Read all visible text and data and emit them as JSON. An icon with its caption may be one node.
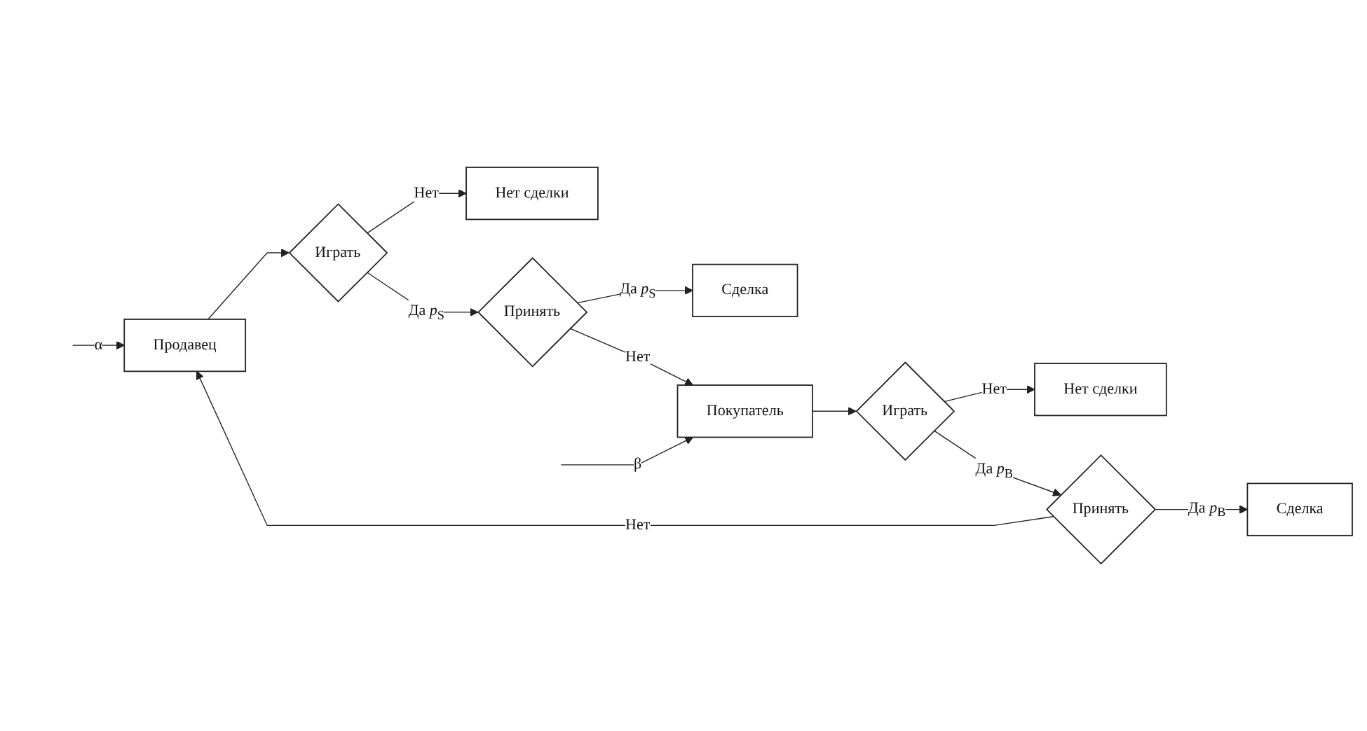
{
  "diagram": {
    "nodes": [
      {
        "text": [
          "Продавец"
        ]
      },
      {
        "text": [
          "Играть"
        ]
      },
      {
        "text": [
          "Нет сделки"
        ]
      },
      {
        "text": [
          "Принять"
        ]
      },
      {
        "text": [
          "Сделка"
        ]
      },
      {
        "text": [
          "Покупатель"
        ]
      },
      {
        "text": [
          "Играть"
        ]
      },
      {
        "text": [
          "Нет сделки"
        ]
      },
      {
        "text": [
          "Принять"
        ]
      },
      {
        "text": [
          "Сделка"
        ]
      }
    ],
    "edges": [
      {
        "from": null,
        "to": 0,
        "arrow": "to",
        "label": "α"
      },
      {
        "from": 0,
        "to": 1,
        "arrow": "to"
      },
      {
        "from": 1,
        "to": 2,
        "arrow": "to",
        "label": "Нет"
      },
      {
        "from": 1,
        "to": 3,
        "arrow": "to",
        "label": "Да *p*$_{S}$"
      },
      {
        "from": 3,
        "to": 4,
        "arrow": "to",
        "label": "Да *p*$_{S}$"
      },
      {
        "from": 3,
        "to": 5,
        "arrow": "to",
        "label": "Нет"
      },
      {
        "from": null,
        "to": 5,
        "arrow": "to",
        "label": "β"
      },
      {
        "from": 5,
        "to": 6,
        "arrow": "to"
      },
      {
        "from": 6,
        "to": 7,
        "arrow": "to",
        "label": "Нет"
      },
      {
        "from": 6,
        "to": 8,
        "arrow": "to",
        "label": "Да *p*$_{B}$"
      },
      {
        "from": 8,
        "to": 9,
        "arrow": "to",
        "label": "Да *p*$_{B}$"
      },
      {
        "from": 8,
        "to": 0,
        "arrow": "to",
        "label": "Нет"
      }
    ]
  }
}
